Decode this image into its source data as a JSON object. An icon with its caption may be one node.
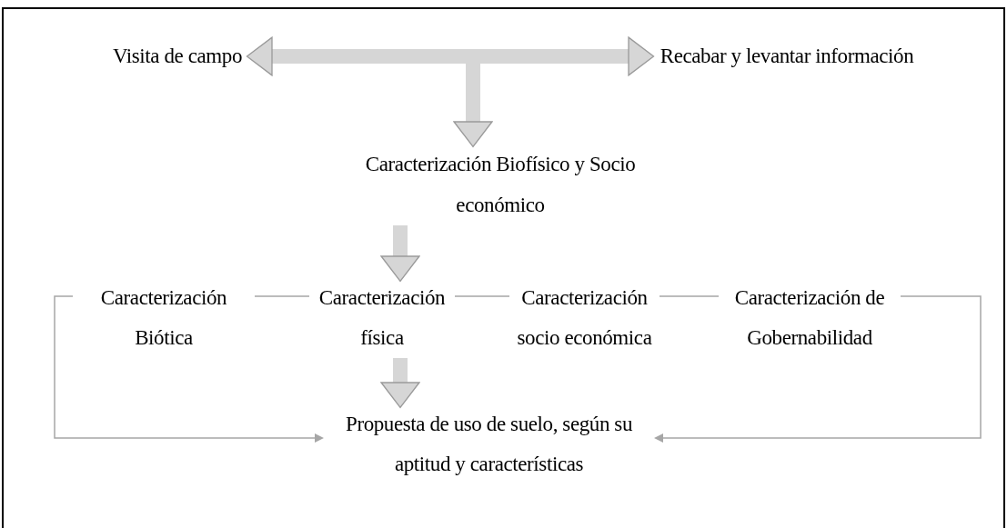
{
  "diagram": {
    "nodes": [
      {
        "text": [
          "Visita de campo"
        ]
      },
      {
        "text": [
          "Recabar y levantar información"
        ]
      },
      {
        "text": [
          "Caracterización Biofísico y Socio económico"
        ]
      },
      {
        "text": [
          "Caracterización Biótica"
        ]
      },
      {
        "text": [
          "Caracterización física"
        ]
      },
      {
        "text": [
          "Caracterización socio económica"
        ]
      },
      {
        "text": [
          "Caracterización de Gobernabilidad"
        ]
      },
      {
        "text": [
          "Propuesta de uso de suelo, según su aptitud y características"
        ]
      }
    ],
    "edges": [
      {
        "from": 0,
        "to": 1,
        "arrow": "both",
        "style": "thick"
      },
      {
        "from": null,
        "to": 2,
        "arrow": "to",
        "style": "thick"
      },
      {
        "from": 2,
        "to": 4,
        "arrow": "to",
        "style": "thick"
      },
      {
        "from": 3,
        "to": 4,
        "arrow": "none"
      },
      {
        "from": 4,
        "to": 5,
        "arrow": "none"
      },
      {
        "from": 5,
        "to": 6,
        "arrow": "none"
      },
      {
        "from": 4,
        "to": 7,
        "arrow": "to",
        "style": "thick"
      },
      {
        "from": 3,
        "to": 7,
        "arrow": "to"
      },
      {
        "from": 6,
        "to": 7,
        "arrow": "to"
      }
    ]
  }
}
